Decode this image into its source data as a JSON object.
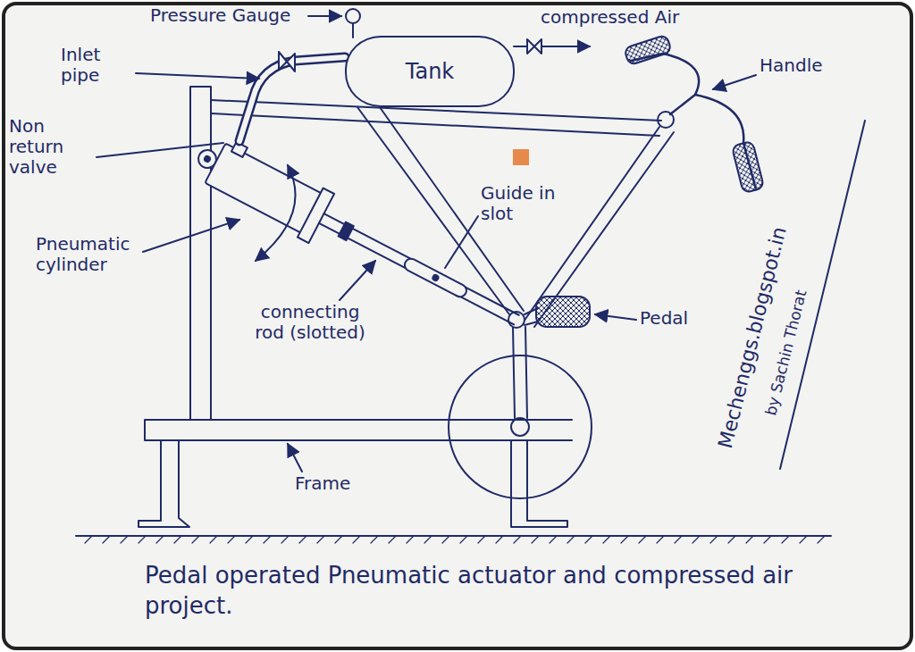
{
  "diagram": {
    "caption": "Pedal operated Pneumatic actuator and compressed air project.",
    "nodes": [
      {
        "text": [
          "Tank"
        ]
      }
    ],
    "labels": [
      "Pressure Gauge",
      "compressed Air",
      "Inlet pipe",
      "Non return valve",
      "Pneumatic cylinder",
      "Guide in slot",
      "connecting rod (slotted)",
      "Pedal",
      "Handle",
      "Frame",
      "Mechenggs.blogspot.in",
      "by Sachin Thorat"
    ]
  }
}
